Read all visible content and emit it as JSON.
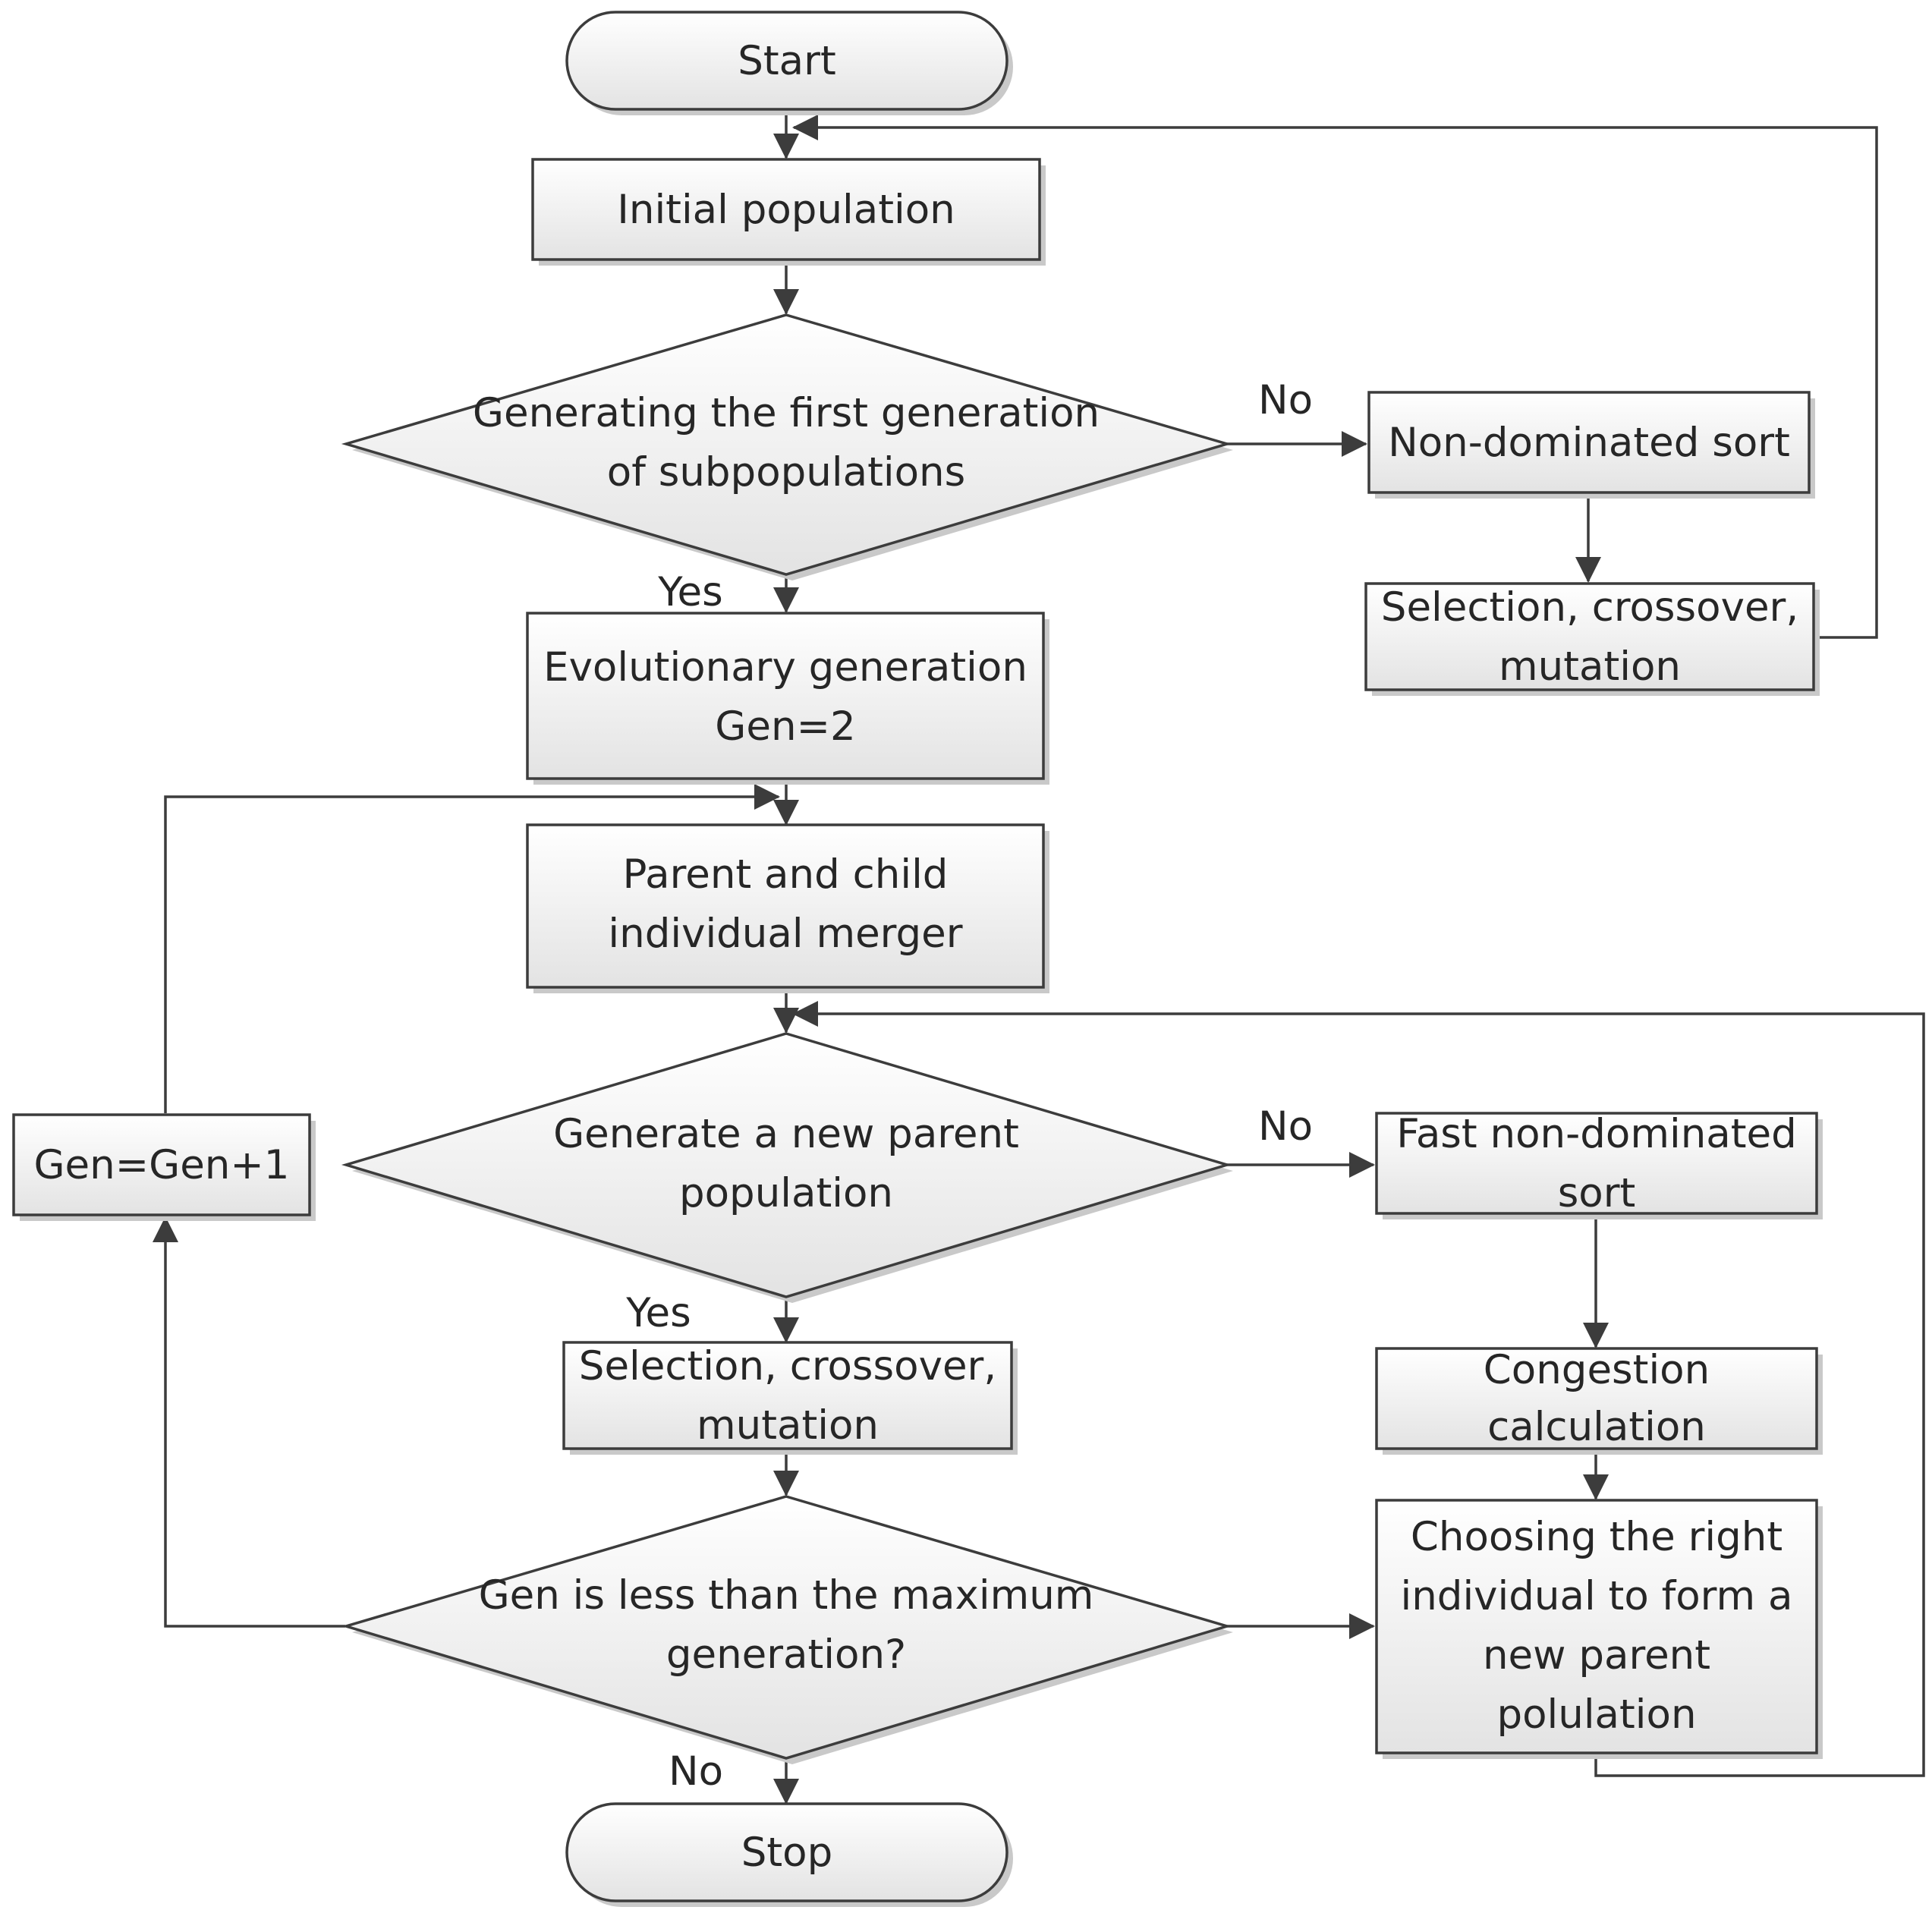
{
  "nodes": {
    "start": {
      "lines": [
        "Start"
      ]
    },
    "initial_population": {
      "lines": [
        "Initial population"
      ]
    },
    "decision_first_generation": {
      "lines": [
        "Generating the first generation",
        "of subpopulations"
      ]
    },
    "non_dominated_sort": {
      "lines": [
        "Non-dominated sort"
      ]
    },
    "selection_top": {
      "lines": [
        "Selection, crossover,",
        "mutation"
      ]
    },
    "evolutionary_generation": {
      "lines": [
        "Evolutionary generation",
        "Gen=2"
      ]
    },
    "merger": {
      "lines": [
        "Parent and child",
        "individual merger"
      ]
    },
    "decision_new_parent": {
      "lines": [
        "Generate a new parent",
        "population"
      ]
    },
    "fast_sort": {
      "lines": [
        "Fast non-dominated",
        "sort"
      ]
    },
    "selection_mid": {
      "lines": [
        "Selection, crossover,",
        "mutation"
      ]
    },
    "congestion": {
      "lines": [
        "Congestion",
        "calculation"
      ]
    },
    "gen_increment": {
      "lines": [
        "Gen=Gen+1"
      ]
    },
    "decision_max_gen": {
      "lines": [
        "Gen is less than the maximum",
        "generation?"
      ]
    },
    "choosing": {
      "lines": [
        "Choosing the right",
        "individual to form a",
        "new parent",
        "polulation"
      ]
    },
    "stop": {
      "lines": [
        "Stop"
      ]
    }
  },
  "edge_labels": {
    "no_first": "No",
    "yes_first": "Yes",
    "no_second": "No",
    "yes_second": "Yes",
    "no_third": "No"
  }
}
